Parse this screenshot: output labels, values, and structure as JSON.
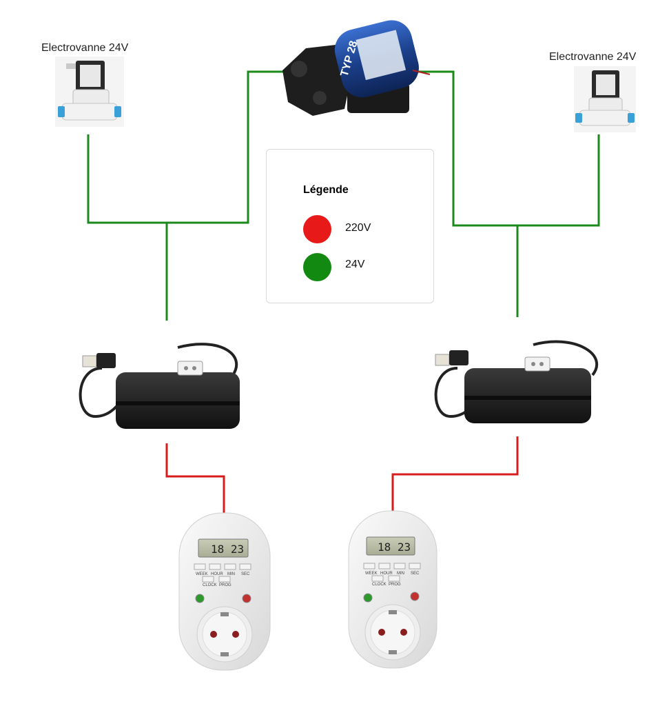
{
  "labels": {
    "valve_left": "Electrovanne 24V",
    "valve_right": "Electrovanne 24V"
  },
  "legend": {
    "title": "Légende",
    "items": [
      {
        "label": "220V",
        "color": "#e81919"
      },
      {
        "label": "24V",
        "color": "#128a12"
      }
    ]
  },
  "pump": {
    "brand_text": "TYP 28"
  },
  "timers": {
    "left": {
      "time": "18 23",
      "buttons": [
        "WEEK",
        "HOUR",
        "MIN",
        "SEC"
      ],
      "buttons2": [
        "CLOCK",
        "PROG"
      ]
    },
    "right": {
      "time": "18 23",
      "buttons": [
        "WEEK",
        "HOUR",
        "MIN",
        "SEC"
      ],
      "buttons2": [
        "CLOCK",
        "PROG"
      ]
    }
  },
  "colors": {
    "wire_24v": "#1a8a1a",
    "wire_220v": "#d81b1b",
    "adapter": "#1d1d1d",
    "pump_blue": "#1f4fa6"
  }
}
